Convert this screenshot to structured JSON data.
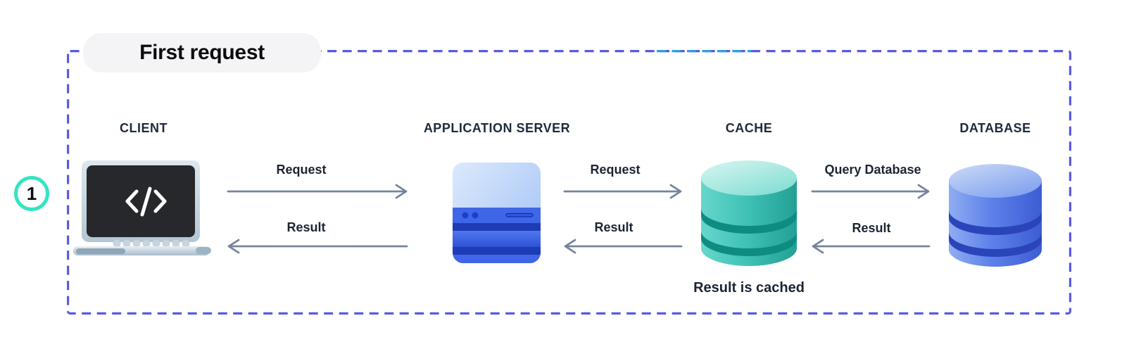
{
  "title": {
    "text": "First request"
  },
  "step_badge": {
    "number": "1"
  },
  "nodes": [
    {
      "id": "client",
      "label": "CLIENT",
      "icon": "laptop-code-icon"
    },
    {
      "id": "app-server",
      "label": "APPLICATION SERVER",
      "icon": "server-icon"
    },
    {
      "id": "cache",
      "label": "CACHE",
      "icon": "cache-cylinder-icon",
      "caption": "Result is cached"
    },
    {
      "id": "database",
      "label": "DATABASE",
      "icon": "database-cylinder-icon"
    }
  ],
  "arrows": [
    {
      "from": "client",
      "to": "app-server",
      "direction": "right",
      "label": "Request"
    },
    {
      "from": "app-server",
      "to": "client",
      "direction": "left",
      "label": "Result"
    },
    {
      "from": "app-server",
      "to": "cache",
      "direction": "right",
      "label": "Request"
    },
    {
      "from": "cache",
      "to": "app-server",
      "direction": "left",
      "label": "Result"
    },
    {
      "from": "cache",
      "to": "database",
      "direction": "right",
      "label": "Query Database"
    },
    {
      "from": "database",
      "to": "cache",
      "direction": "left",
      "label": "Result"
    }
  ],
  "colors": {
    "dashed_border": "#575be3",
    "dashed_border_highlight": "#2d9cf0",
    "badge_ring": "#36e3c3",
    "arrow": "#76849b",
    "label_text": "#1e2a3a",
    "title_pill_bg": "#f4f4f6",
    "server_blue": "#3f66e6",
    "cache_teal": "#41c3b7",
    "database_blue": "#5e81e9",
    "laptop_screen": "#26282b"
  }
}
